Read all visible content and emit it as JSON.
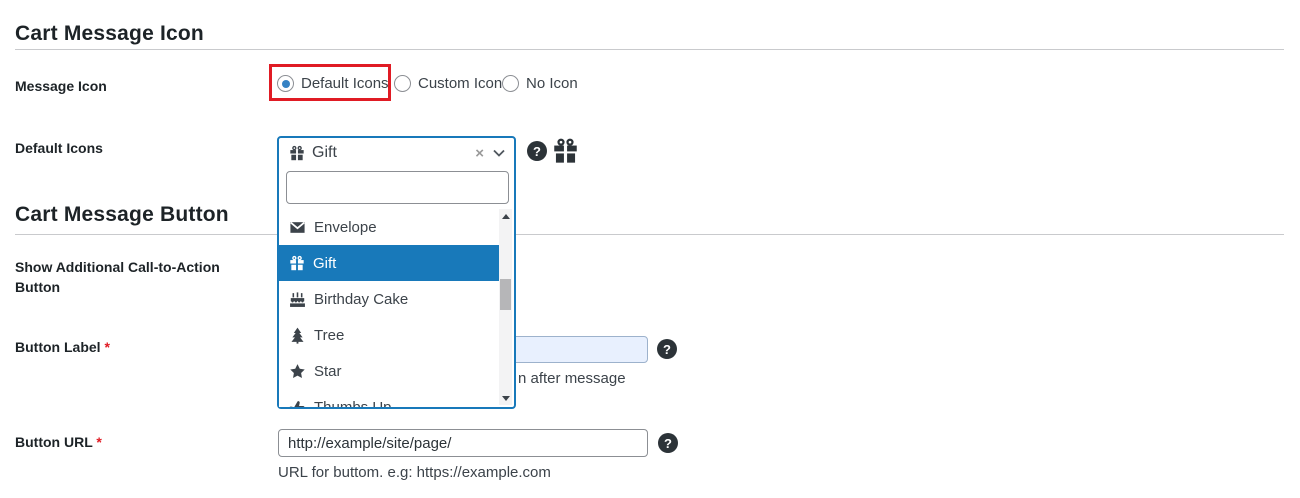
{
  "sections": {
    "icon_title": "Cart Message Icon",
    "button_title": "Cart Message Button"
  },
  "message_icon": {
    "label": "Message Icon",
    "options": [
      {
        "label": "Default Icons",
        "selected": true
      },
      {
        "label": "Custom Icon",
        "selected": false
      },
      {
        "label": "No Icon",
        "selected": false
      }
    ]
  },
  "default_icons": {
    "label": "Default Icons",
    "selected_value": "Gift",
    "selected_icon": "gift-icon",
    "clear_glyph": "×",
    "search_value": "",
    "options": [
      {
        "label": "Envelope",
        "icon": "envelope-icon",
        "highlighted": false
      },
      {
        "label": "Gift",
        "icon": "gift-icon",
        "highlighted": true
      },
      {
        "label": "Birthday Cake",
        "icon": "birthday-cake-icon",
        "highlighted": false
      },
      {
        "label": "Tree",
        "icon": "tree-icon",
        "highlighted": false
      },
      {
        "label": "Star",
        "icon": "star-icon",
        "highlighted": false
      },
      {
        "label": "Thumbs Up",
        "icon": "thumbs-up-icon",
        "highlighted": false
      }
    ]
  },
  "cta_toggle": {
    "label": "Show Additional Call-to-Action Button"
  },
  "button_label_field": {
    "label": "Button Label",
    "required_mark": "*",
    "value": "",
    "help_text_visible": "n after message"
  },
  "button_url_field": {
    "label": "Button URL",
    "required_mark": "*",
    "value": "http://example/site/page/",
    "help_text": "URL for buttom. e.g: https://example.com"
  },
  "ui": {
    "help_glyph": "?",
    "colors": {
      "accent_blue": "#1879ba",
      "highlight_blue": "#1879ba",
      "focus_red": "#e01b24",
      "help_icon_bg": "#2c3338",
      "autofill_blue": "#e8f0fe"
    }
  }
}
